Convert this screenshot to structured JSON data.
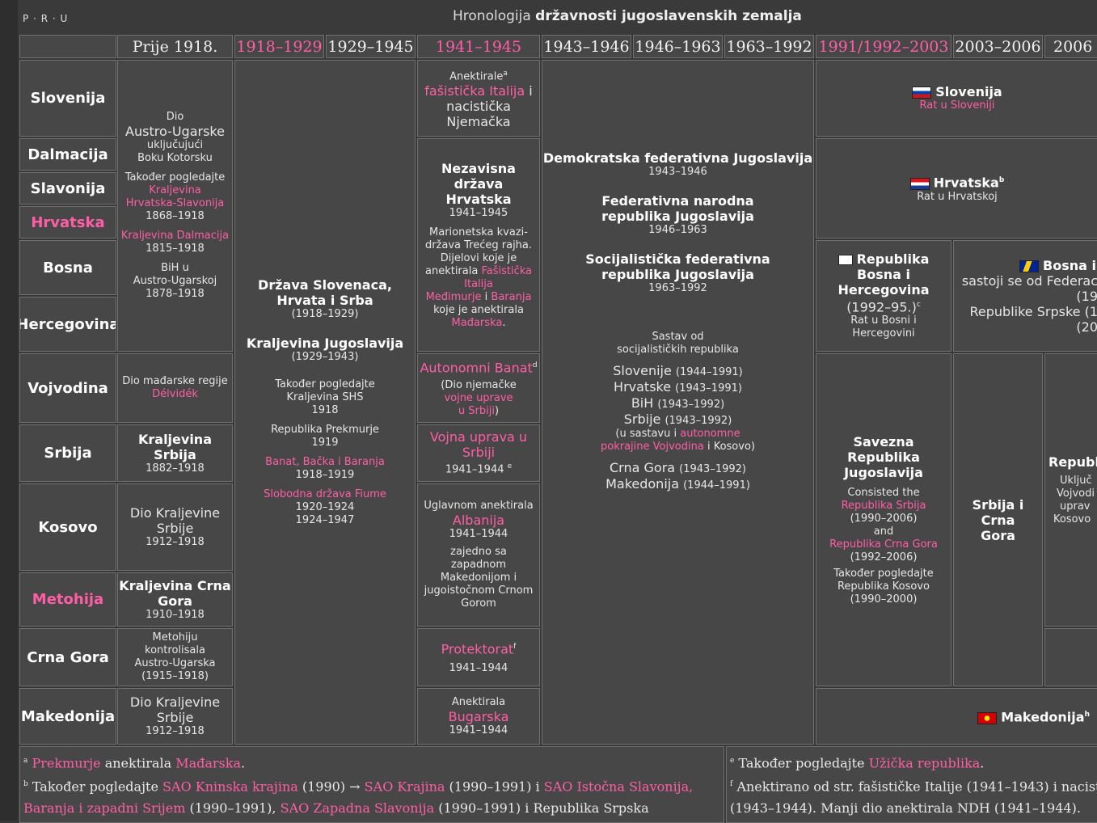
{
  "navbar": {
    "v": "P",
    "r": "R",
    "u": "U"
  },
  "title": {
    "prefix": "Hronologija",
    "main": "državnosti jugoslavenskih zemalja"
  },
  "headers": [
    "Prije 1918.",
    "1918–1929",
    "1929–1945",
    "1941–1945",
    "1943–1946",
    "1946–1963",
    "1963–1992",
    "1991/1992–2003",
    "2003–2006",
    "2006"
  ],
  "regions": [
    "Slovenija",
    "Dalmacija",
    "Slavonija",
    "Hrvatska",
    "Bosna",
    "Hercegovina",
    "Vojvodina",
    "Srbija",
    "Kosovo",
    "Metohija",
    "Crna Gora",
    "Makedonija"
  ],
  "pre1918": {
    "austro": {
      "l1": "Dio",
      "l2": "Austro-Ugarske",
      "l3": "uključujući",
      "l4": "Boku Kotorsku",
      "l5": "Također pogledajte",
      "l6": "Kraljevina",
      "l7": "Hrvatska-Slavonija",
      "l8": "1868–1918",
      "l9": "Kraljevina Dalmacija",
      "l10": "1815–1918",
      "l11": "BiH u",
      "l12": "Austro-Ugarskoj",
      "l13": "1878–1918"
    },
    "vojvodina": {
      "l1": "Dio mađarske regije",
      "l2": "Délvidék"
    },
    "srbija": {
      "l1": "Kraljevina Srbija",
      "l2": "1882–1918"
    },
    "kosovo": {
      "l1": "Dio Kraljevine",
      "l2": "Srbije",
      "l3": "1912–1918"
    },
    "metohija": {
      "l1": "Kraljevina Crna",
      "l2": "Gora",
      "l3": "1910–1918"
    },
    "crnagora": {
      "l1": "Metohiju",
      "l2": "kontrolisala",
      "l3": "Austro-Ugarska",
      "l4": "(1915–1918)"
    },
    "makedonija": {
      "l1": "Dio Kraljevine",
      "l2": "Srbije",
      "l3": "1912–1918"
    }
  },
  "y1918": {
    "l1": "Država Slovenaca,",
    "l2": "Hrvata i Srba",
    "l3": "(1918–1929)",
    "l4": "Kraljevina Jugoslavija",
    "l5": "(1929–1943)",
    "l6": "Također pogledajte",
    "l7": "Kraljevina SHS",
    "l8": "1918",
    "l9": "Republika Prekmurje",
    "l10": "1919",
    "l11": "Banat, Bačka i Baranja",
    "l12": "1918–1919",
    "l13": "Slobodna država Fiume",
    "l14": "1920–1924",
    "l15": "1924–1947"
  },
  "ww2": {
    "slo": {
      "l1": "Anektirale",
      "s1": "a",
      "l2": "fašistička Italija",
      "l3": "i",
      "l4": "nacistička",
      "l5": "Njemačka"
    },
    "ndh": {
      "l1": "Nezavisna država",
      "l2": "Hrvatska",
      "l3": "1941–1945",
      "l4": "Marionetska kvazi-",
      "l5": "država",
      "l6": "Trećeg rajha",
      "l7": "Dijelovi koje je",
      "l8": "anektirala",
      "l9": "Fašistička",
      "l10": "Italija",
      "l11": "Međimurje",
      "l12": "i",
      "l13": "Baranja",
      "l14": "koje je anektirala",
      "l15": "Mađarska"
    },
    "banat": {
      "l1": "Autonomni Banat",
      "s1": "d",
      "l2": "(Dio njemačke",
      "l3": "vojne uprave",
      "l4": "u Srbiji"
    },
    "vojna": {
      "l1": "Vojna uprava u",
      "l2": "Srbiji",
      "l3": "1941–1944",
      "s1": "e"
    },
    "albanija": {
      "l1": "Uglavnom anektirala",
      "l2": "Albanija",
      "l3": "1941–1944",
      "l4": "zajedno sa",
      "l5": "zapadnom",
      "l6": "Makedonijom i",
      "l7": "jugoistočnom Crnom",
      "l8": "Gorom"
    },
    "protektorat": {
      "l1": "Protektorat",
      "s1": "f",
      "l2": "1941–1944"
    },
    "bugarska": {
      "l1": "Anektirala",
      "l2": "Bugarska",
      "l3": "1941–1944"
    }
  },
  "yugo": {
    "l1": "Demokratska federativna Jugoslavija",
    "l2": "1943–1946",
    "l3": "Federativna narodna",
    "l4": "republika Jugoslavija",
    "l5": "1946–1963",
    "l6": "Socijalistička federativna",
    "l7": "republika Jugoslavija",
    "l8": "1963–1992",
    "l9": "Sastav od",
    "l10": "socijalističkih republika",
    "r1": "Slovenije",
    "r1y": "(1944–1991)",
    "r2": "Hrvatske",
    "r2y": "(1943–1991)",
    "r3": "BiH",
    "r3y": "(1943–1992)",
    "r4": "Srbije",
    "r4y": "(1943–1992)",
    "r5": "(u sastavu i",
    "r6": "autonomne",
    "r7": "pokrajine Vojvodina",
    "r8": "i Kosovo)",
    "r9": "Crna Gora",
    "r9y": "(1943–1992)",
    "r10": "Makedonija",
    "r10y": "(1944–1991)"
  },
  "post": {
    "slo": {
      "l1": "Slovenija",
      "l2": "Rat u Sloveniji"
    },
    "hrv": {
      "l1": "Hrvatska",
      "s1": "b",
      "l2": "Rat u Hrvatskoj"
    },
    "bih": {
      "l1": "Republika",
      "l2": "Bosna i",
      "l3": "Hercegovina",
      "l4": "(1992–95.)",
      "s1": "c",
      "l5": "Rat u Bosni i",
      "l6": "Hercegovini"
    },
    "bih2": {
      "l1": "Bosna i",
      "l2": "sastoji se od Federac",
      "l3": "(19",
      "l4": "Republike Srpske (1",
      "l5": "(20"
    },
    "sry": {
      "l1": "Savezna Republika",
      "l2": "Jugoslavija",
      "l3": "Consisted the",
      "l4": "Republika Srbija",
      "l5": "(1990–2006)",
      "l6": "and",
      "l7": "Republika Crna Gora",
      "l8": "(1992–2006)",
      "l9": "Također pogledajte",
      "l10": "Republika Kosovo",
      "l11": "(1990–2000)"
    },
    "scg": {
      "l1": "Srbija i Crna",
      "l2": "Gora"
    },
    "rep": {
      "l1": "Republi",
      "l2": "Uključ",
      "l3": "Vojvodi",
      "l4": "uprav",
      "l5": "Kosovo"
    },
    "mkd": {
      "l1": "Makedonija",
      "s1": "h"
    }
  },
  "footnotes": {
    "a_mark": "a",
    "a1": "Prekmurje",
    "a2": "anektirala",
    "a3": "Mađarska",
    "a4": ".",
    "b_mark": "b",
    "b1": "Također pogledajte",
    "b2": "SAO Kninska krajina",
    "b3": "(1990) →",
    "b4": "SAO Krajina",
    "b5": "(1990–1991) i",
    "b6": "SAO Istočna Slavonija,",
    "b7": "Baranja i zapadni Srijem",
    "b8": "(1990–1991),",
    "b9": "SAO Zapadna Slavonija",
    "b10": "(1990–1991) i Republika Srpska",
    "e_mark": "e",
    "e1": "Također pogledajte",
    "e2": "Užička republika",
    "e3": ".",
    "f_mark": "f",
    "f1": "Anektirano od str. fašističke Italije (1941–1943) i nacisti",
    "f2": "(1943–1944). Manji dio anektirala NDH (1941–1944)."
  },
  "colors": {
    "accent": "#ff5ea6",
    "bg": "#474747",
    "border": "#707070"
  }
}
